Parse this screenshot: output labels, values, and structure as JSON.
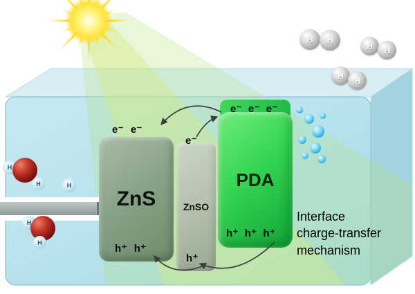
{
  "caption": "Interface\ncharge-transfer\nmechanism",
  "blocks": {
    "zns": {
      "label": "ZnS"
    },
    "znso": {
      "label": "ZnSO"
    },
    "pda": {
      "label": "PDA"
    }
  },
  "charges": {
    "zns_electrons": [
      "e⁻",
      "e⁻"
    ],
    "znso_electrons": [
      "e⁻"
    ],
    "pda_electrons": [
      "e⁻",
      "e⁻",
      "e⁻"
    ],
    "zns_holes": [
      "h⁺",
      "h⁺"
    ],
    "znso_holes": [
      "h⁺"
    ],
    "pda_holes": [
      "h⁺",
      "h⁺",
      "h⁺"
    ]
  },
  "atoms": {
    "hydrogen": "H"
  },
  "colors": {
    "box_front": "#b6e0ea",
    "box_top": "#d8eef4",
    "box_side": "#a3d3df",
    "light_beam": "#cde77f",
    "zns_block": "#8aa388",
    "znso_block": "#b1bfab",
    "pda_block": "#2fd04f",
    "oxygen_atom": "#8a1515",
    "water_hydrogen": "#cfe9f3",
    "h2_sphere": "#bdbdbd",
    "bubble": "#29b0e0",
    "sun": "#ffe03a"
  }
}
